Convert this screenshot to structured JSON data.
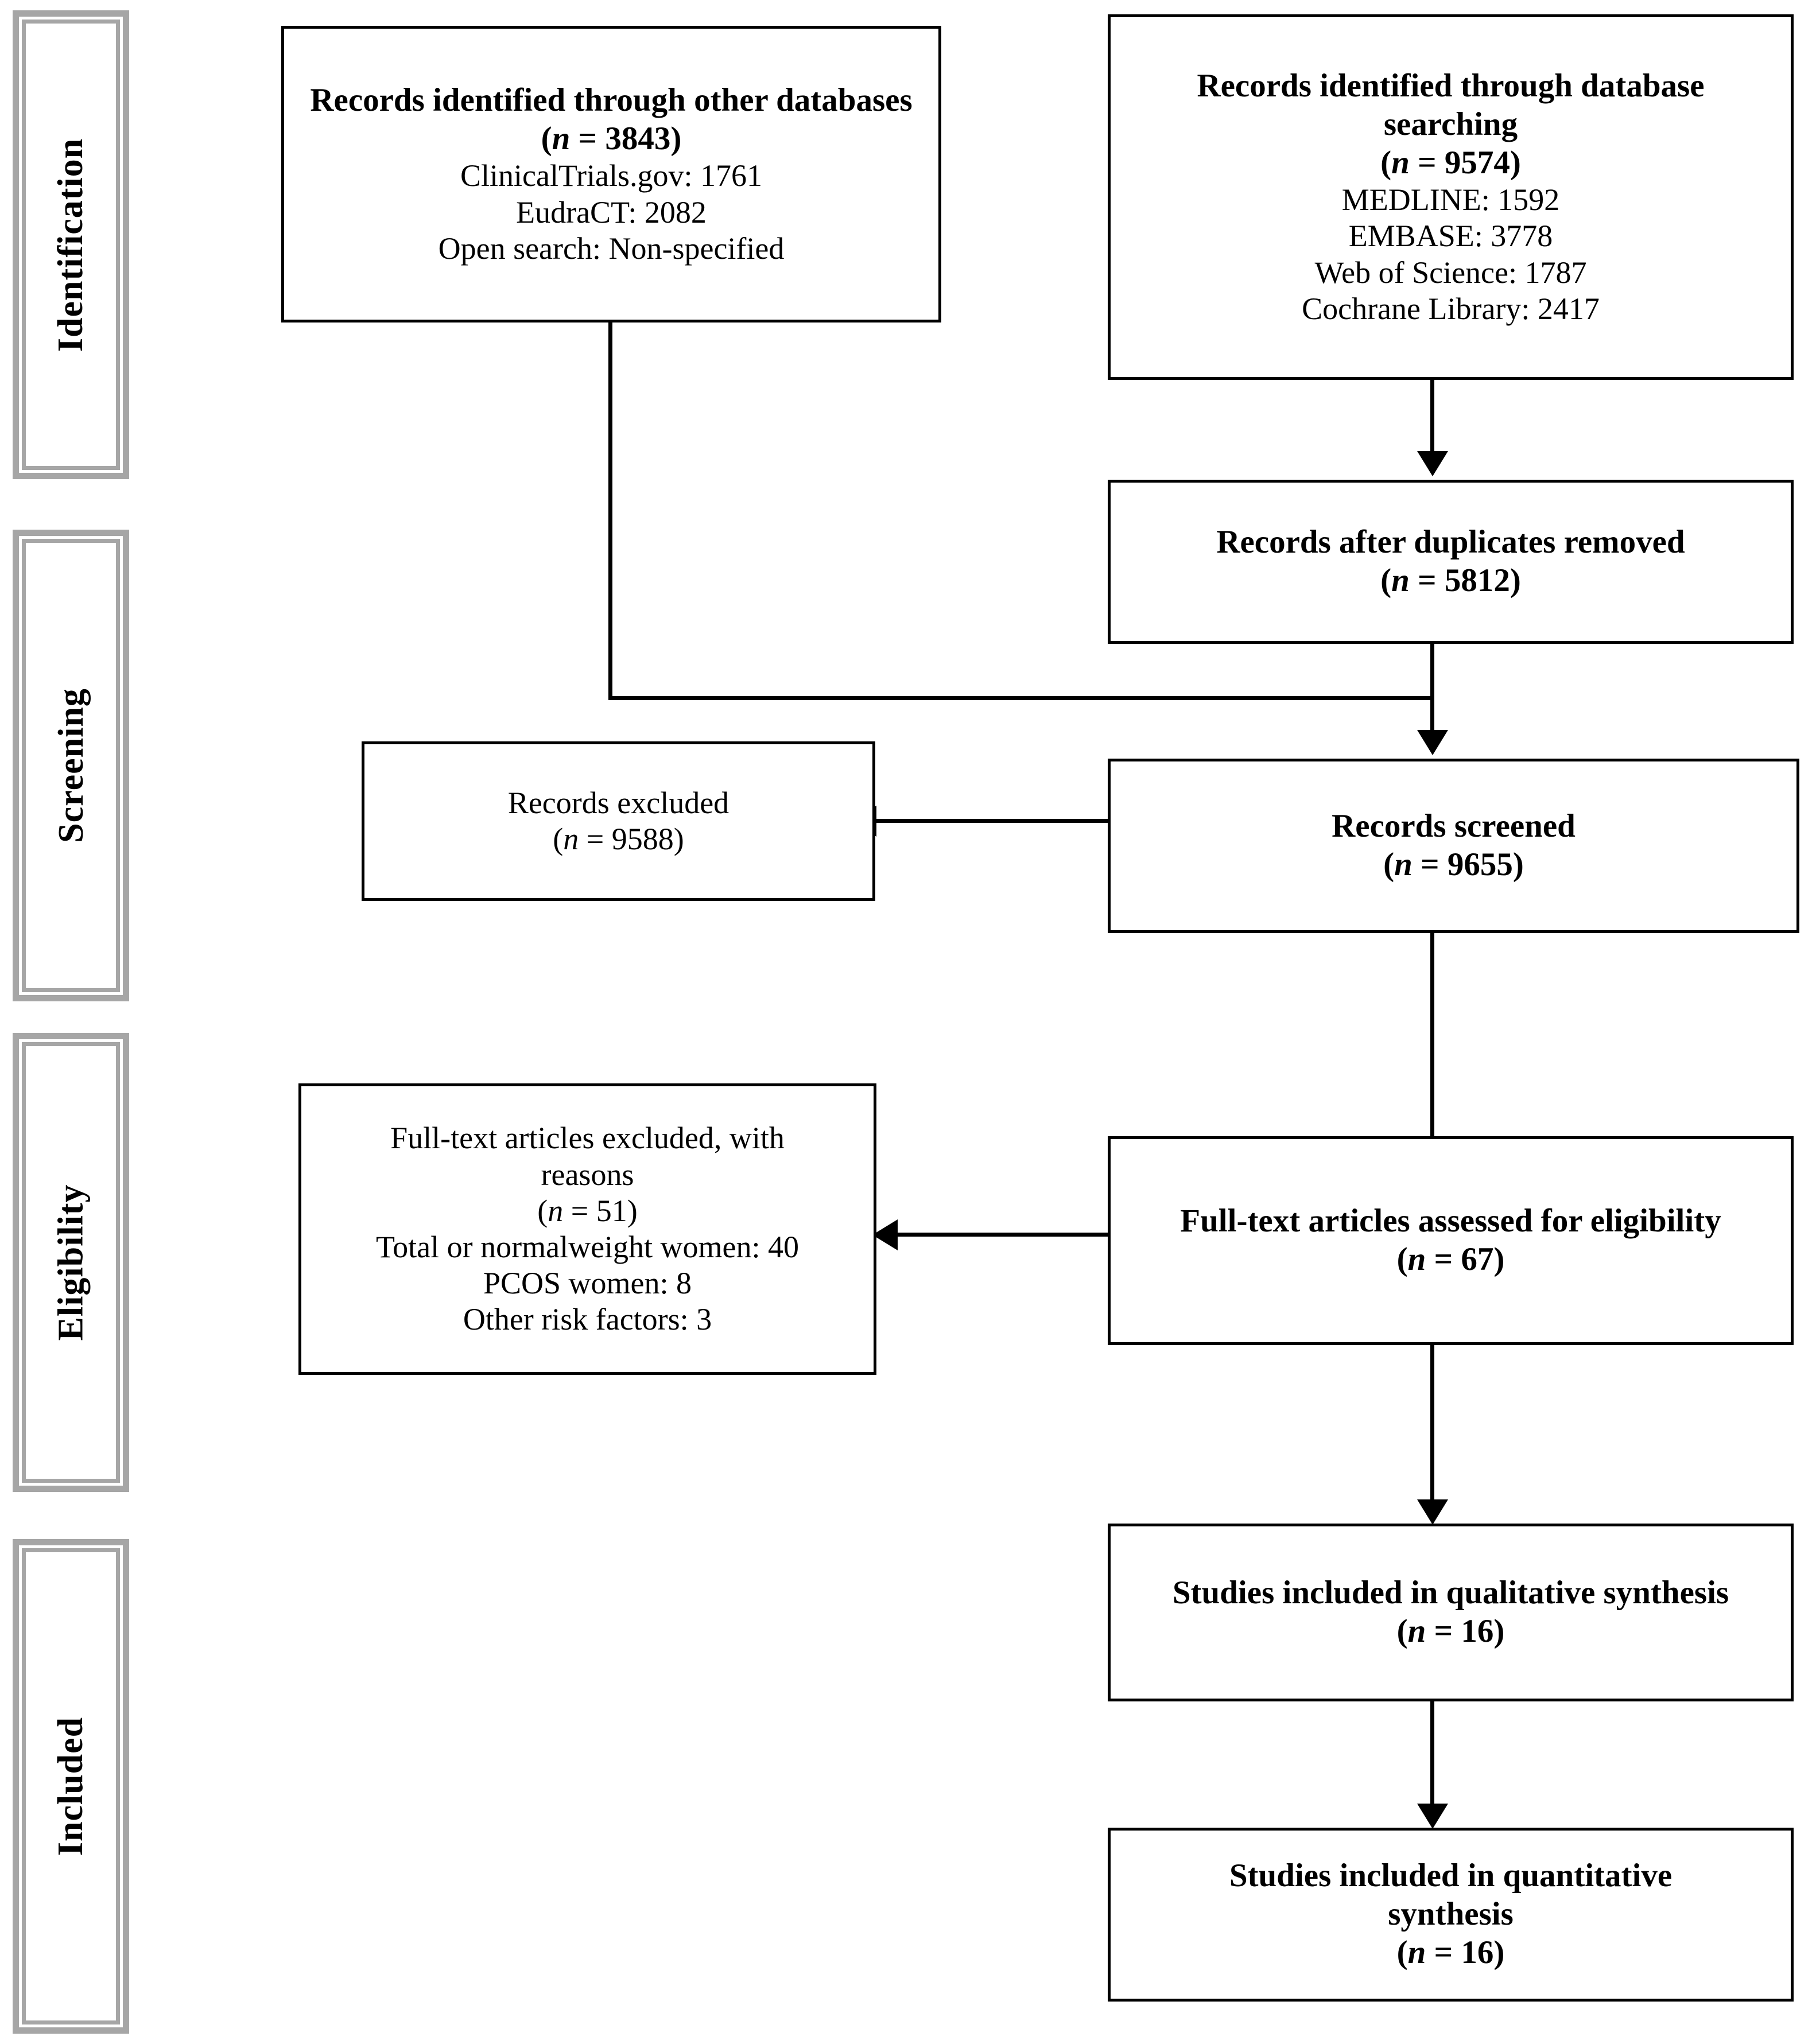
{
  "diagram": {
    "type": "prisma-flow-diagram",
    "phases": [
      {
        "id": "identification",
        "label": "Identification"
      },
      {
        "id": "screening",
        "label": "Screening"
      },
      {
        "id": "eligibility",
        "label": "Eligibility"
      },
      {
        "id": "included",
        "label": "Included"
      }
    ],
    "boxes": {
      "other_databases": {
        "title": "Records identified through other databases",
        "count": "(n = 3843)",
        "n_label": "n",
        "n_value": "= 3843)",
        "details": [
          "ClinicalTrials.gov: 1761",
          "EudraCT: 2082",
          "Open search: Non-specified"
        ]
      },
      "database_searching": {
        "title_line1": "Records identified through database",
        "title_line2": "searching",
        "count": "(n = 9574)",
        "details": [
          "MEDLINE: 1592",
          "EMBASE: 3778",
          "Web of Science: 1787",
          "Cochrane Library: 2417"
        ]
      },
      "duplicates_removed": {
        "title": "Records after duplicates removed",
        "count": "(n = 5812)"
      },
      "records_screened": {
        "title": "Records screened",
        "count": "(n = 9655)"
      },
      "records_excluded": {
        "title": "Records excluded",
        "count": "(n = 9588)"
      },
      "fulltext_assessed": {
        "title": "Full-text articles assessed for eligibility",
        "count": "(n = 67)"
      },
      "fulltext_excluded": {
        "title_line1": "Full-text articles excluded, with",
        "title_line2": "reasons",
        "count": "(n = 51)",
        "reasons": [
          "Total or normalweight women: 40",
          "PCOS women: 8",
          "Other risk factors: 3"
        ]
      },
      "qualitative": {
        "title": "Studies included in qualitative synthesis",
        "count": "(n = 16)"
      },
      "quantitative": {
        "title_line1": "Studies included in quantitative",
        "title_line2": "synthesis",
        "count": "(n = 16)"
      }
    },
    "colors": {
      "stroke": "#000000",
      "phase_frame": "#a6a6a6",
      "background": "#ffffff"
    }
  }
}
